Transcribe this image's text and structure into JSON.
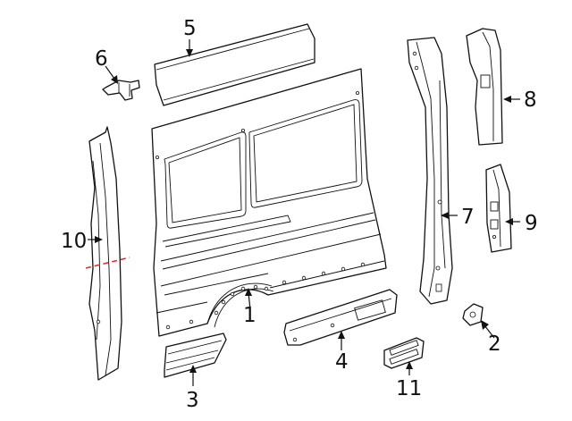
{
  "callouts": {
    "c1": "1",
    "c2": "2",
    "c3": "3",
    "c4": "4",
    "c5": "5",
    "c6": "6",
    "c7": "7",
    "c8": "8",
    "c9": "9",
    "c10": "10",
    "c11": "11"
  },
  "colors": {
    "line": "#111111",
    "cut_line": "#e0302a",
    "background": "#ffffff"
  }
}
